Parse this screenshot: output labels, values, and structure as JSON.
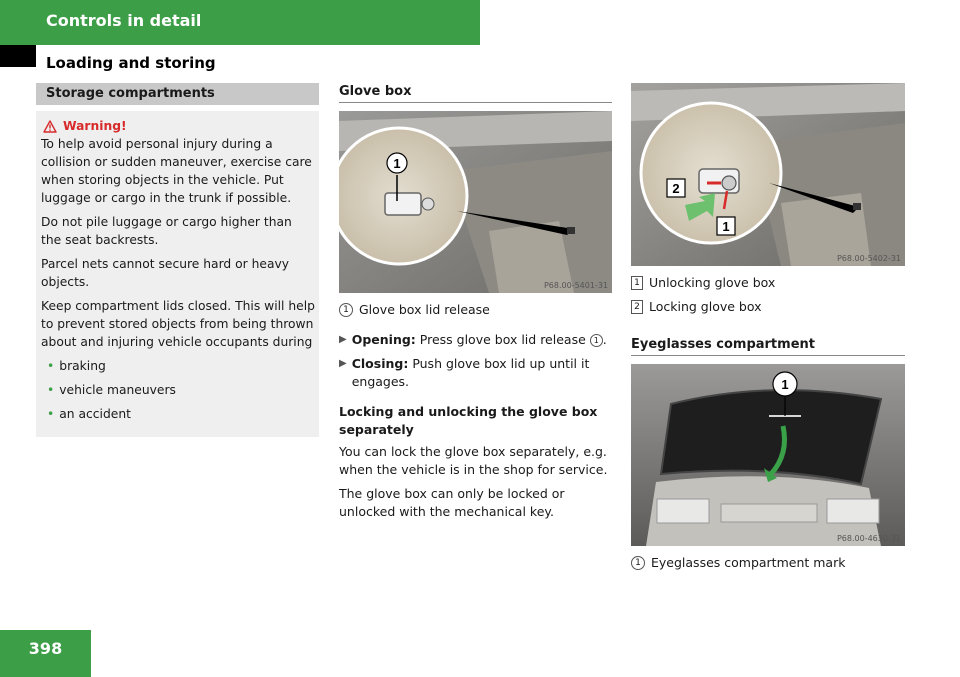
{
  "header": {
    "title": "Controls in detail",
    "subtitle": "Loading and storing"
  },
  "page_number": "398",
  "storage": {
    "heading": "Storage compartments",
    "warning_title": "Warning!",
    "paragraphs": [
      "To help avoid personal injury during a collision or sudden maneuver, exercise care when storing objects in the vehicle. Put luggage or cargo in the trunk if possible.",
      "Do not pile luggage or cargo higher than the seat backrests.",
      "Parcel nets cannot secure hard or heavy objects.",
      "Keep compartment lids closed. This will help to prevent stored objects from being thrown about and injuring vehicle occupants during"
    ],
    "bullets": [
      "braking",
      "vehicle maneuvers",
      "an accident"
    ]
  },
  "glovebox": {
    "heading": "Glove box",
    "photo_code": "P68.00-5401-31",
    "callout": "1",
    "legend": [
      {
        "num": "1",
        "text": "Glove box lid release"
      }
    ],
    "steps": [
      {
        "label": "Opening:",
        "text": "Press glove box lid release",
        "ref": "1",
        "suffix": "."
      },
      {
        "label": "Closing:",
        "text": "Push glove box lid up until it engages."
      }
    ],
    "lock_title": "Locking and unlocking the glove box separately",
    "lock_paragraphs": [
      "You can lock the glove box separately, e.g. when the vehicle is in the shop for service.",
      "The glove box can only be locked or unlocked with the mechanical key."
    ]
  },
  "lock_photo": {
    "photo_code": "P68.00-5402-31",
    "callouts": [
      "2",
      "1"
    ],
    "legend": [
      {
        "num": "1",
        "text": "Unlocking glove box"
      },
      {
        "num": "2",
        "text": "Locking glove box"
      }
    ]
  },
  "eyeglasses": {
    "heading": "Eyeglasses compartment",
    "photo_code": "P68.00-4630-31",
    "callout": "1",
    "legend": [
      {
        "num": "1",
        "text": "Eyeglasses compartment mark"
      }
    ]
  },
  "colors": {
    "brand_green": "#3d9e48",
    "warning_red": "#d82a2a"
  }
}
